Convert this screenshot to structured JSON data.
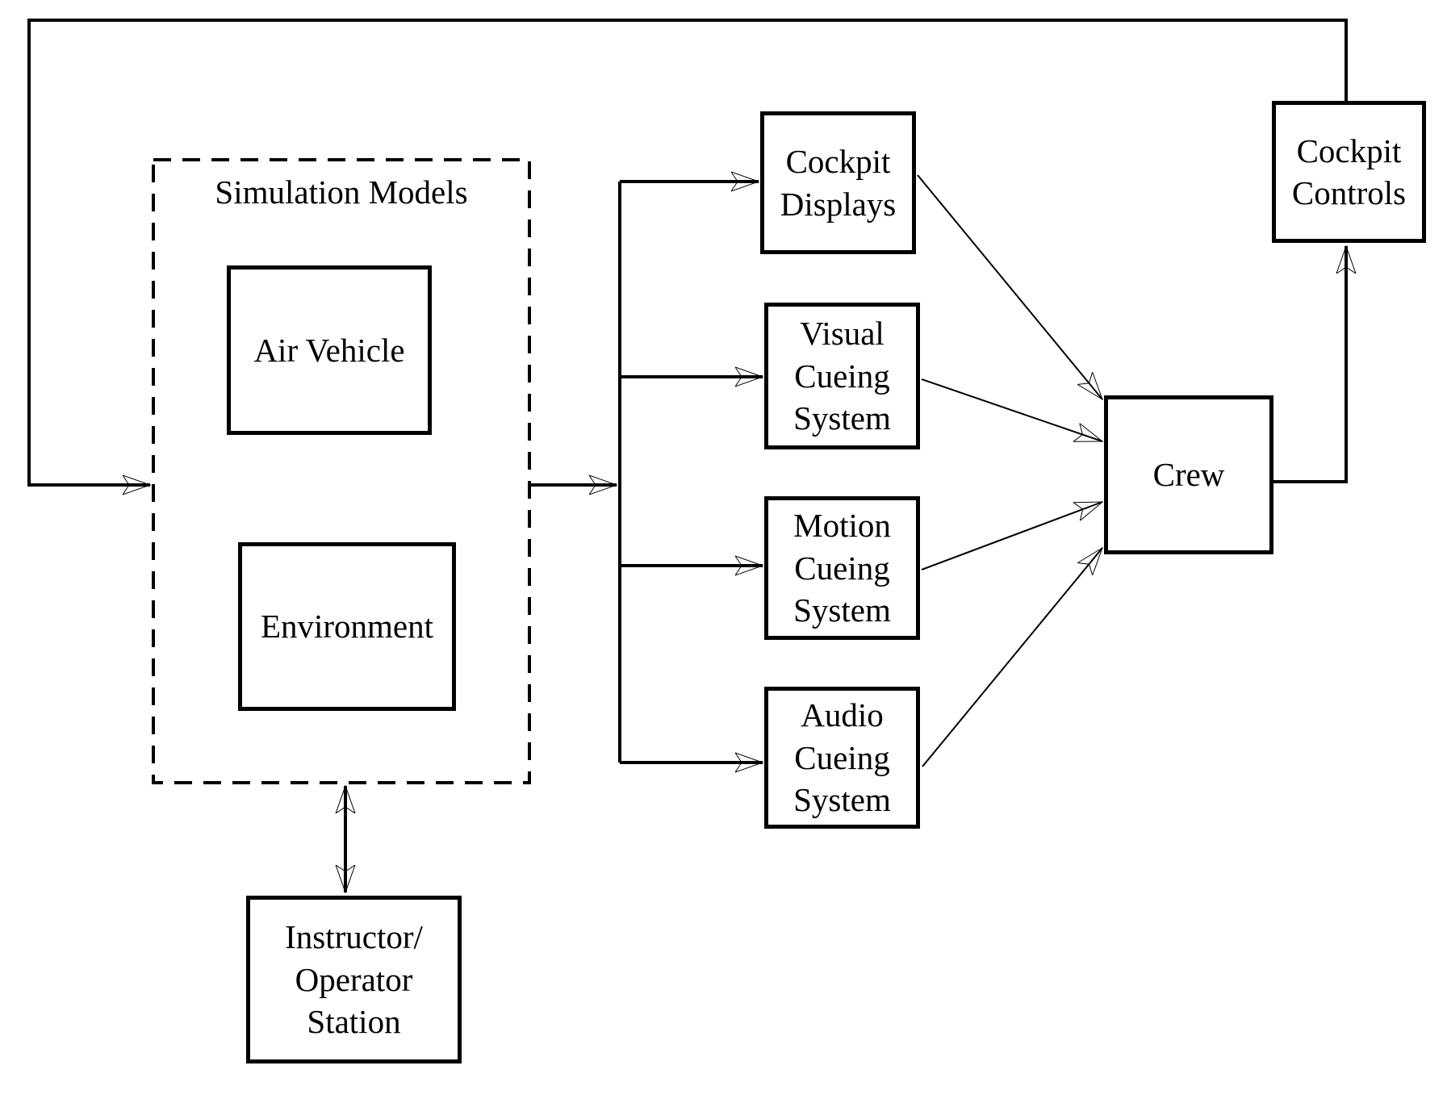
{
  "colors": {
    "line": "#000000",
    "background": "#ffffff",
    "box_fill": "#ffffff"
  },
  "container": {
    "label": "Simulation Models"
  },
  "boxes": {
    "air_vehicle": {
      "label": "Air Vehicle"
    },
    "environment": {
      "label": "Environment"
    },
    "instructor_operator_station": {
      "label": "Instructor/\nOperator\nStation"
    },
    "cockpit_displays": {
      "label": "Cockpit\nDisplays"
    },
    "visual_cueing_system": {
      "label": "Visual\nCueing\nSystem"
    },
    "motion_cueing_system": {
      "label": "Motion\nCueing\nSystem"
    },
    "audio_cueing_system": {
      "label": "Audio\nCueing\nSystem"
    },
    "crew": {
      "label": "Crew"
    },
    "cockpit_controls": {
      "label": "Cockpit\nControls"
    }
  },
  "connections": [
    {
      "from": "cockpit_controls",
      "to": "simulation_models",
      "type": "arrow",
      "route": "top-left feedback loop"
    },
    {
      "from": "simulation_models",
      "to": "branch_line",
      "type": "arrow"
    },
    {
      "from": "branch_line",
      "to": "cockpit_displays",
      "type": "arrow"
    },
    {
      "from": "branch_line",
      "to": "visual_cueing_system",
      "type": "arrow"
    },
    {
      "from": "branch_line",
      "to": "motion_cueing_system",
      "type": "arrow"
    },
    {
      "from": "branch_line",
      "to": "audio_cueing_system",
      "type": "arrow"
    },
    {
      "from": "cockpit_displays",
      "to": "crew",
      "type": "arrow",
      "style": "thin-diagonal"
    },
    {
      "from": "visual_cueing_system",
      "to": "crew",
      "type": "arrow",
      "style": "thin-diagonal"
    },
    {
      "from": "motion_cueing_system",
      "to": "crew",
      "type": "arrow",
      "style": "thin-diagonal"
    },
    {
      "from": "audio_cueing_system",
      "to": "crew",
      "type": "arrow",
      "style": "thin-diagonal"
    },
    {
      "from": "crew",
      "to": "cockpit_controls",
      "type": "arrow"
    },
    {
      "from": "simulation_models",
      "to": "instructor_operator_station",
      "type": "double-arrow"
    }
  ]
}
